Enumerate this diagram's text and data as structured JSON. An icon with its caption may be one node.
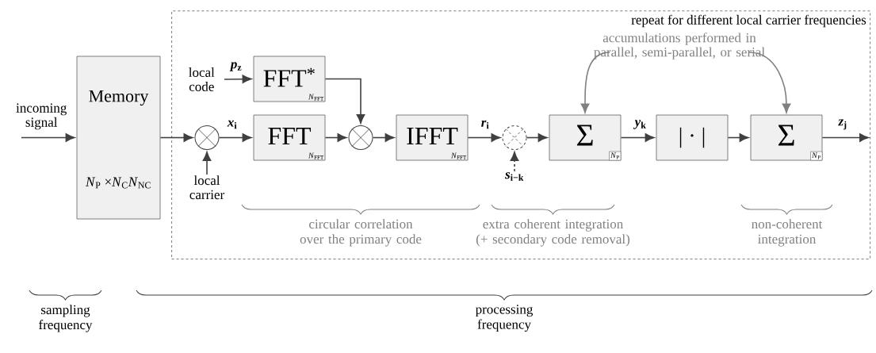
{
  "diagram": {
    "nodes": [
      {
        "text": [
          "repeat for different local carrier frequencies"
        ]
      },
      {
        "text": [
          "incoming signal"
        ]
      },
      {
        "text": [
          "Memory",
          "*N*$_{P}$ ×*N*$_{C}$*N*$_{NC}$"
        ]
      },
      {
        "text": [],
        "shape": "circle",
        "in": 0
      },
      {
        "text": [
          "local carrier"
        ],
        "in": 0
      },
      {
        "text": [
          "local code"
        ],
        "in": 0
      },
      {
        "text": [
          "FFT$^{*}$",
          "*N*$_{FFT}$"
        ],
        "in": 0
      },
      {
        "text": [
          "FFT",
          "*N*$_{FFT}$"
        ],
        "in": 0
      },
      {
        "text": [],
        "shape": "circle",
        "in": 0
      },
      {
        "text": [
          "IFFT",
          "*N*$_{FFT}$"
        ],
        "in": 0
      },
      {
        "text": [],
        "shape": "circle",
        "in": 0
      },
      {
        "text": [
          "*s*$_{i−k}$"
        ],
        "in": 0
      },
      {
        "text": [
          "Σ",
          "*N*$_{P}$"
        ],
        "in": 0
      },
      {
        "text": [
          "| · |"
        ],
        "in": 0
      },
      {
        "text": [
          "Σ",
          "*N*$_{P}$"
        ],
        "in": 0
      },
      {
        "text": [
          "accumulations performed in parallel, semi-parallel, or serial"
        ],
        "in": 0
      }
    ],
    "edges": [
      {
        "from": 1,
        "to": 2,
        "arrow": "to"
      },
      {
        "from": 2,
        "to": 3,
        "arrow": "to"
      },
      {
        "from": 4,
        "to": 3,
        "arrow": "to"
      },
      {
        "from": 3,
        "to": 7,
        "arrow": "to",
        "label": "*x*$_{i}$"
      },
      {
        "from": 5,
        "to": 6,
        "arrow": "to",
        "label": "*p*$_{z}$"
      },
      {
        "from": 6,
        "to": 8,
        "arrow": "to"
      },
      {
        "from": 7,
        "to": 8,
        "arrow": "to"
      },
      {
        "from": 8,
        "to": 9,
        "arrow": "to"
      },
      {
        "from": 9,
        "to": 10,
        "arrow": "to",
        "label": "*r*$_{i}$"
      },
      {
        "from": 11,
        "to": 10,
        "arrow": "to",
        "style": "dashed"
      },
      {
        "from": 10,
        "to": 12,
        "arrow": "to"
      },
      {
        "from": 12,
        "to": 13,
        "arrow": "to",
        "label": "*y*$_{k}$"
      },
      {
        "from": 13,
        "to": 14,
        "arrow": "to"
      },
      {
        "from": 14,
        "to": null,
        "arrow": "to",
        "label": "*z*$_{j}$"
      },
      {
        "from": 15,
        "to": 12,
        "arrow": "to",
        "color": "#808080"
      },
      {
        "from": 15,
        "to": 14,
        "arrow": "to",
        "color": "#808080"
      }
    ],
    "labels": [
      "circular correlation over the primary code",
      "extra coherent integration (+ secondary code removal)",
      "non-coherent integration",
      "sampling frequency",
      "processing frequency"
    ]
  }
}
